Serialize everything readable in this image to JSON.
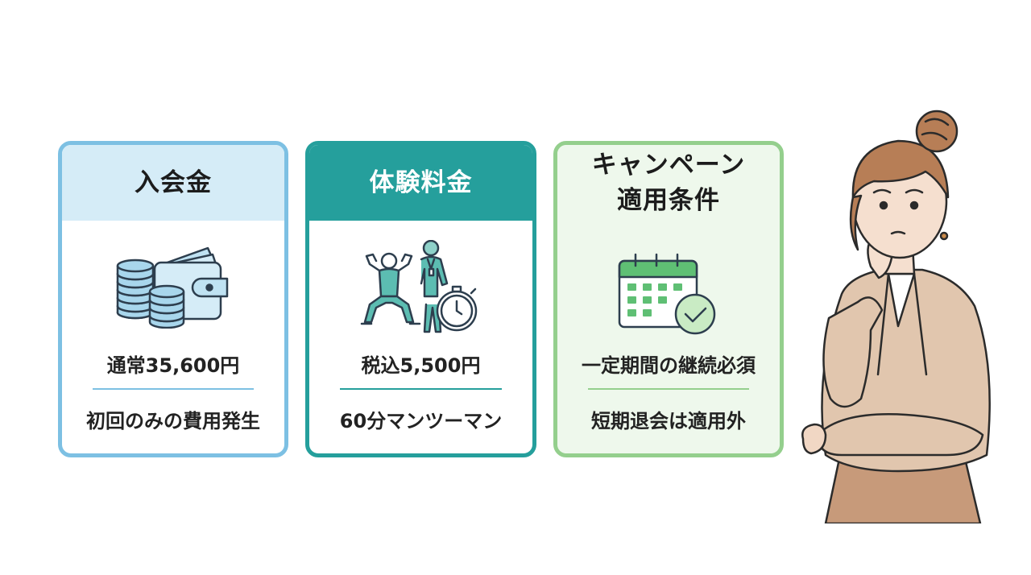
{
  "cards": [
    {
      "title": [
        "入会金"
      ],
      "icon": "coins-wallet-icon",
      "line1": "通常35,600円",
      "line2": "初回のみの費用発生",
      "accent": "#7dc0e3"
    },
    {
      "title": [
        "体験料金"
      ],
      "icon": "trainer-stopwatch-icon",
      "line1": "税込5,500円",
      "line2": "60分マンツーマン",
      "accent": "#259f9c"
    },
    {
      "title": [
        "キャンペーン",
        "適用条件"
      ],
      "icon": "calendar-check-icon",
      "line1": "一定期間の継続必須",
      "line2": "短期退会は適用外",
      "accent": "#94cf8d"
    }
  ],
  "illustration": "thinking-woman"
}
